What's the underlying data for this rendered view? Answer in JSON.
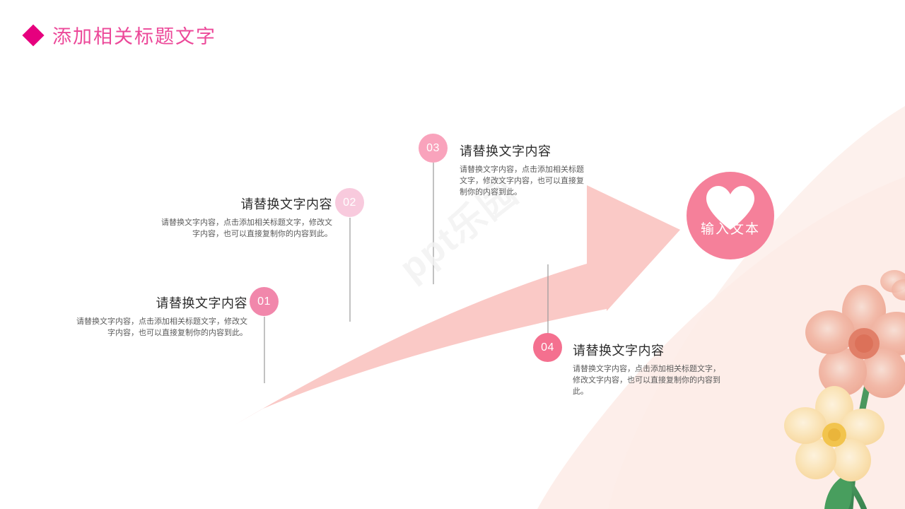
{
  "slide": {
    "title": "添加相关标题文字",
    "title_color": "#ec4899",
    "marker_icon": "diamond-icon",
    "marker_color": "#e6007e",
    "background_color": "#ffffff",
    "watermark": "ppt乐园"
  },
  "arrow": {
    "name": "curved-arrow",
    "color": "#fac9c6"
  },
  "callout": {
    "label": "输入文本",
    "circle_color": "#f5809a",
    "icon": "heart-icon",
    "icon_color": "#ffffff"
  },
  "items": [
    {
      "number": "01",
      "badge_color": "#f187ab",
      "title": "请替换文字内容",
      "body": "请替换文字内容，点击添加相关标题文字，修改文字内容，也可以直接复制你的内容到此。",
      "align": "right"
    },
    {
      "number": "02",
      "badge_color": "#f8cadd",
      "title": "请替换文字内容",
      "body": "请替换文字内容，点击添加相关标题文字，修改文字内容，也可以直接复制你的内容到此。",
      "align": "right"
    },
    {
      "number": "03",
      "badge_color": "#f9a3bc",
      "title": "请替换文字内容",
      "body": "请替换文字内容，点击添加相关标题文字，修改文字内容，也可以直接复制你的内容到此。",
      "align": "left"
    },
    {
      "number": "04",
      "badge_color": "#f4708f",
      "title": "请替换文字内容",
      "body": "请替换文字内容，点击添加相关标题文字，修改文字内容，也可以直接复制你的内容到此。",
      "align": "left"
    }
  ]
}
